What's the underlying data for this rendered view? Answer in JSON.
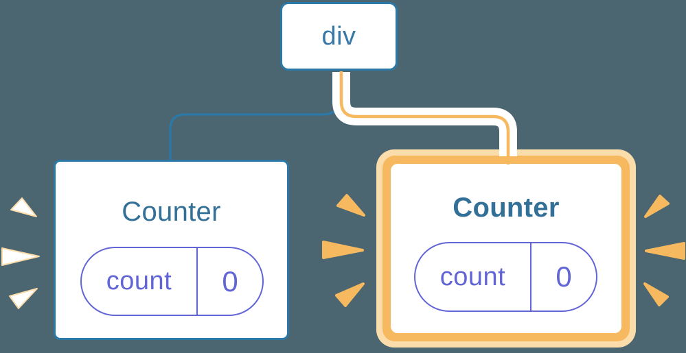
{
  "diagram": {
    "background_color": "#4B6670",
    "root_node": {
      "label": "div"
    },
    "children": [
      {
        "id": "left-counter",
        "title": "Counter",
        "highlighted": false,
        "state": {
          "key": "count",
          "value": "0"
        }
      },
      {
        "id": "right-counter",
        "title": "Counter",
        "highlighted": true,
        "state": {
          "key": "count",
          "value": "0"
        }
      }
    ],
    "colors": {
      "bg": "#4B6670",
      "node_border_blue": "#2B79A9",
      "node_text_blue": "#3878A8",
      "title_blue": "#337098",
      "state_indigo": "#6165D6",
      "highlight_amber": "#F6B95F",
      "highlight_halo": "#FBDCAB",
      "card_white": "#FFFFFF"
    }
  }
}
